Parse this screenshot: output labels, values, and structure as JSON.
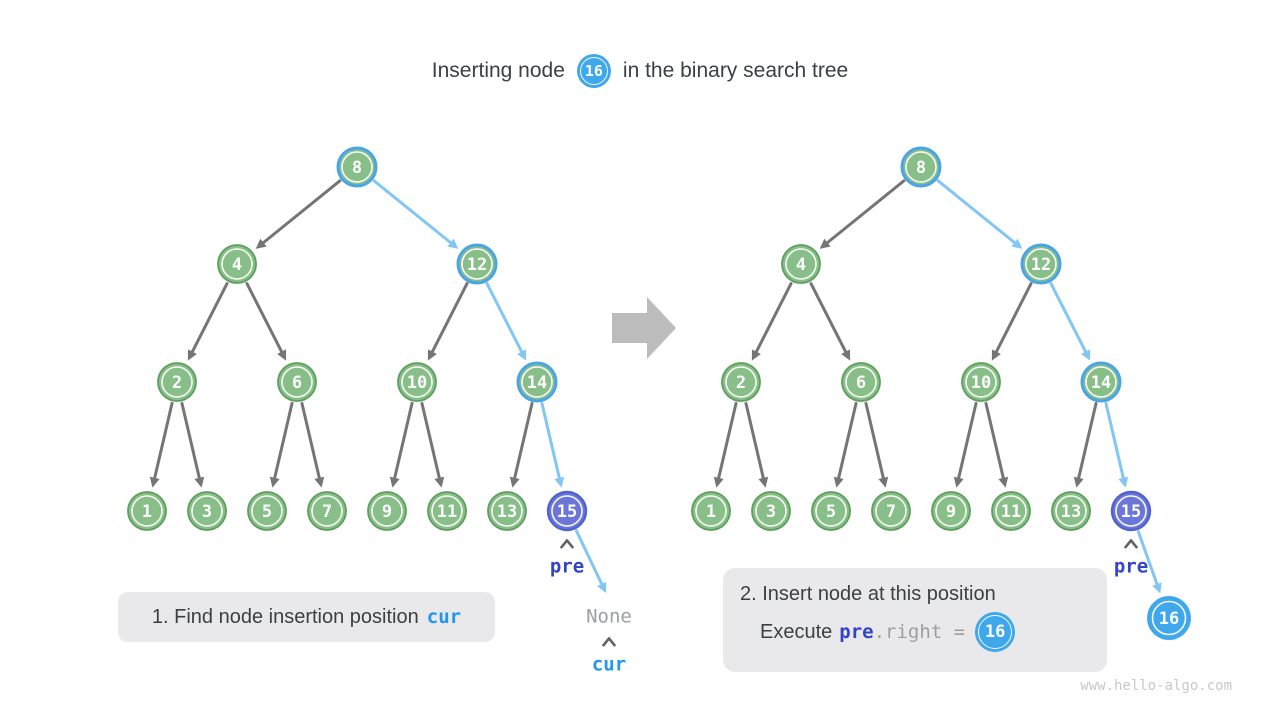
{
  "title": {
    "prefix": "Inserting node",
    "node_value": "16",
    "suffix": "in the binary search tree"
  },
  "colors": {
    "node_green": "#88be88",
    "node_green_border": "#5da05d",
    "visited_ring_blue": "#4aa5e8",
    "path_edge_blue": "#82c6f5",
    "pre_node_fill": "#6b76d6",
    "pre_node_border": "#5063ce",
    "new_node_blue": "#3fa7eb",
    "edge_gray": "#757575",
    "label_pre": "#3344c7",
    "label_cur": "#2196f3",
    "label_none": "#9aa0a6",
    "transition_arrow": "#bcbcbc",
    "caption_bg": "#e9e9eb"
  },
  "trees": [
    {
      "name": "step1-tree",
      "nodes": [
        {
          "value": "8",
          "style": "visited"
        },
        {
          "value": "4",
          "style": "normal"
        },
        {
          "value": "12",
          "style": "visited"
        },
        {
          "value": "2",
          "style": "normal"
        },
        {
          "value": "6",
          "style": "normal"
        },
        {
          "value": "10",
          "style": "normal"
        },
        {
          "value": "14",
          "style": "visited"
        },
        {
          "value": "1",
          "style": "normal"
        },
        {
          "value": "3",
          "style": "normal"
        },
        {
          "value": "5",
          "style": "normal"
        },
        {
          "value": "7",
          "style": "normal"
        },
        {
          "value": "9",
          "style": "normal"
        },
        {
          "value": "11",
          "style": "normal"
        },
        {
          "value": "13",
          "style": "normal"
        },
        {
          "value": "15",
          "style": "pre"
        }
      ],
      "edges": [
        {
          "from": "8",
          "to": "4",
          "style": "gray"
        },
        {
          "from": "8",
          "to": "12",
          "style": "path"
        },
        {
          "from": "4",
          "to": "2",
          "style": "gray"
        },
        {
          "from": "4",
          "to": "6",
          "style": "gray"
        },
        {
          "from": "12",
          "to": "10",
          "style": "gray"
        },
        {
          "from": "12",
          "to": "14",
          "style": "path"
        },
        {
          "from": "2",
          "to": "1",
          "style": "gray"
        },
        {
          "from": "2",
          "to": "3",
          "style": "gray"
        },
        {
          "from": "6",
          "to": "5",
          "style": "gray"
        },
        {
          "from": "6",
          "to": "7",
          "style": "gray"
        },
        {
          "from": "10",
          "to": "9",
          "style": "gray"
        },
        {
          "from": "10",
          "to": "11",
          "style": "gray"
        },
        {
          "from": "14",
          "to": "13",
          "style": "gray"
        },
        {
          "from": "14",
          "to": "15",
          "style": "path"
        },
        {
          "from": "15",
          "to": "@none",
          "style": "path"
        }
      ]
    },
    {
      "name": "step2-tree",
      "nodes": [
        {
          "value": "8",
          "style": "visited"
        },
        {
          "value": "4",
          "style": "normal"
        },
        {
          "value": "12",
          "style": "visited"
        },
        {
          "value": "2",
          "style": "normal"
        },
        {
          "value": "6",
          "style": "normal"
        },
        {
          "value": "10",
          "style": "normal"
        },
        {
          "value": "14",
          "style": "visited"
        },
        {
          "value": "1",
          "style": "normal"
        },
        {
          "value": "3",
          "style": "normal"
        },
        {
          "value": "5",
          "style": "normal"
        },
        {
          "value": "7",
          "style": "normal"
        },
        {
          "value": "9",
          "style": "normal"
        },
        {
          "value": "11",
          "style": "normal"
        },
        {
          "value": "13",
          "style": "normal"
        },
        {
          "value": "15",
          "style": "pre"
        },
        {
          "value": "16",
          "style": "new"
        }
      ],
      "edges": [
        {
          "from": "8",
          "to": "4",
          "style": "gray"
        },
        {
          "from": "8",
          "to": "12",
          "style": "path"
        },
        {
          "from": "4",
          "to": "2",
          "style": "gray"
        },
        {
          "from": "4",
          "to": "6",
          "style": "gray"
        },
        {
          "from": "12",
          "to": "10",
          "style": "gray"
        },
        {
          "from": "12",
          "to": "14",
          "style": "path"
        },
        {
          "from": "2",
          "to": "1",
          "style": "gray"
        },
        {
          "from": "2",
          "to": "3",
          "style": "gray"
        },
        {
          "from": "6",
          "to": "5",
          "style": "gray"
        },
        {
          "from": "6",
          "to": "7",
          "style": "gray"
        },
        {
          "from": "10",
          "to": "9",
          "style": "gray"
        },
        {
          "from": "10",
          "to": "11",
          "style": "gray"
        },
        {
          "from": "14",
          "to": "13",
          "style": "gray"
        },
        {
          "from": "14",
          "to": "15",
          "style": "path"
        },
        {
          "from": "15",
          "to": "16",
          "style": "path"
        }
      ]
    }
  ],
  "labels": {
    "pre_left": "pre",
    "none": "None",
    "cur": "cur",
    "pre_right": "pre"
  },
  "captions": {
    "step1": {
      "text": "1. Find node insertion position",
      "token": "cur"
    },
    "step2": {
      "line1": "2. Insert node at this position",
      "line2_prefix": "Execute",
      "code_token": "pre",
      "code_rest": ".right =",
      "node_value": "16"
    }
  },
  "watermark": "www.hello-algo.com"
}
